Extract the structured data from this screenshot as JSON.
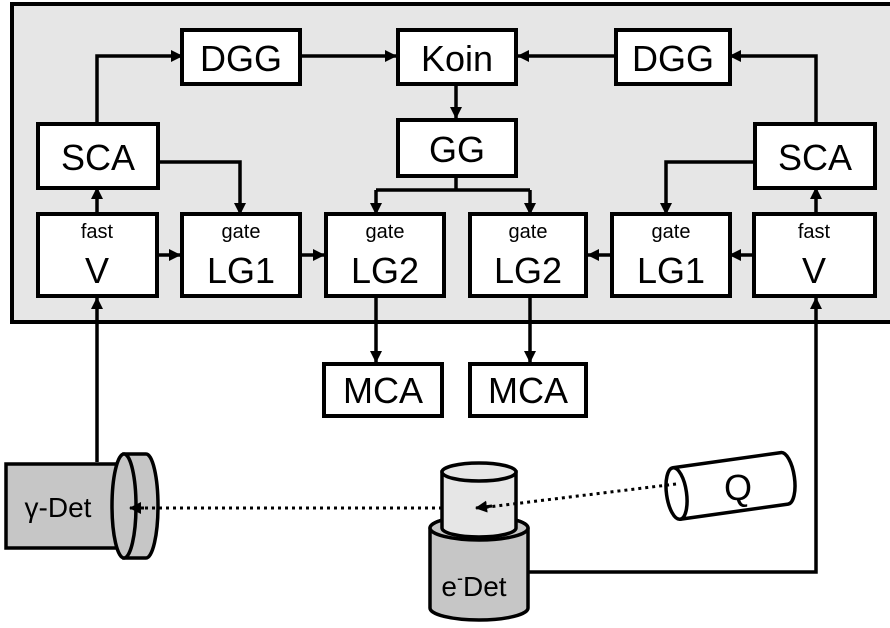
{
  "diagram": {
    "top": {
      "dgg_left": "DGG",
      "koin": "Koin",
      "dgg_right": "DGG",
      "gg": "GG"
    },
    "left_chain": {
      "sca": "SCA",
      "v_top": "fast",
      "v_main": "V",
      "lg1_top": "gate",
      "lg1_main": "LG1",
      "lg2_top": "gate",
      "lg2_main": "LG2"
    },
    "right_chain": {
      "sca": "SCA",
      "v_top": "fast",
      "v_main": "V",
      "lg1_top": "gate",
      "lg1_main": "LG1",
      "lg2_top": "gate",
      "lg2_main": "LG2"
    },
    "mca_left": "MCA",
    "mca_right": "MCA",
    "gamma_detector": "γ-Det",
    "electron_detector_base": "e",
    "electron_detector_sup": "-",
    "electron_detector_rest": "Det",
    "source": "Q",
    "colors": {
      "panel": "#e6e6e6",
      "detector": "#c6c6c6",
      "line": "#000000"
    }
  }
}
